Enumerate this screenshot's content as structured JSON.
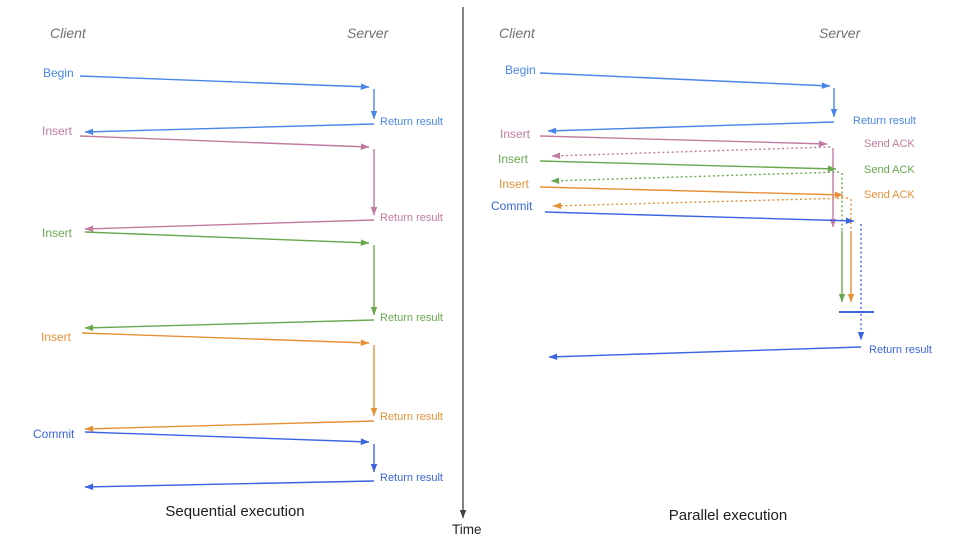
{
  "colors": {
    "blue": "#4a86e8",
    "commit_blue": "#3c64e0",
    "pink": "#c27ba0",
    "green": "#6aa84f",
    "orange": "#e69138",
    "header_gray": "#6e7176",
    "axis_dark": "#3f4245",
    "title_dark": "#1c1c1c"
  },
  "left": {
    "title": "Sequential execution",
    "client_header": "Client",
    "server_header": "Server",
    "ops": [
      {
        "label": "Begin",
        "return_label": "Return result"
      },
      {
        "label": "Insert",
        "return_label": "Return result"
      },
      {
        "label": "Insert",
        "return_label": "Return result"
      },
      {
        "label": "Insert",
        "return_label": "Return result"
      },
      {
        "label": "Commit",
        "return_label": "Return result"
      }
    ]
  },
  "right": {
    "title": "Parallel execution",
    "client_header": "Client",
    "server_header": "Server",
    "ops": [
      {
        "label": "Begin",
        "return_label": "Return result"
      },
      {
        "label": "Insert",
        "ack_label": "Send ACK"
      },
      {
        "label": "Insert",
        "ack_label": "Send ACK"
      },
      {
        "label": "Insert",
        "ack_label": "Send ACK"
      },
      {
        "label": "Commit",
        "return_label": "Return result"
      }
    ]
  },
  "time_axis": {
    "label": "Time"
  }
}
